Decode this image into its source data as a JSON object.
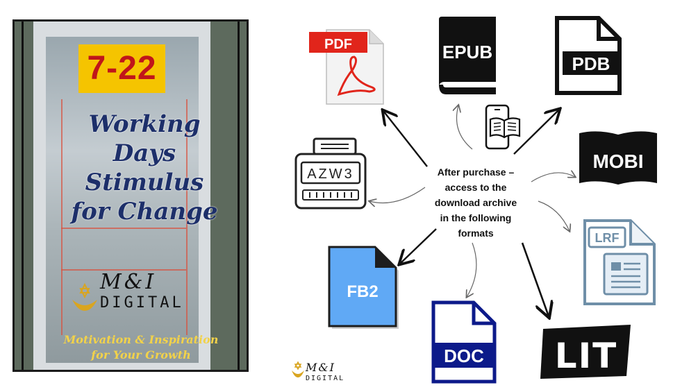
{
  "cover": {
    "sign": "7-22",
    "title_lines": [
      "Working",
      "Days",
      "Stimulus",
      "for Change"
    ],
    "brand": "M&I",
    "brand_sub": "DIGITAL",
    "tagline_lines": [
      "Motivation & Inspiration",
      "for Your Growth"
    ]
  },
  "center_text_lines": [
    "After purchase –",
    "access to the",
    "download archive",
    "in the following",
    "formats"
  ],
  "formats": {
    "pdf": "PDF",
    "epub": "EPUB",
    "pdb": "PDB",
    "mobi": "MOBI",
    "azw3": "AZW3",
    "lrf": "LRF",
    "fb2": "FB2",
    "doc": "DOC",
    "lit": "LIT"
  },
  "footer_brand": "M&I",
  "footer_brand_sub": "DIGITAL",
  "colors": {
    "pdf_red": "#e1251b",
    "fb2_blue": "#60a9f5",
    "doc_navy": "#0c1a8a",
    "lrf_steel": "#6f8fa8"
  }
}
